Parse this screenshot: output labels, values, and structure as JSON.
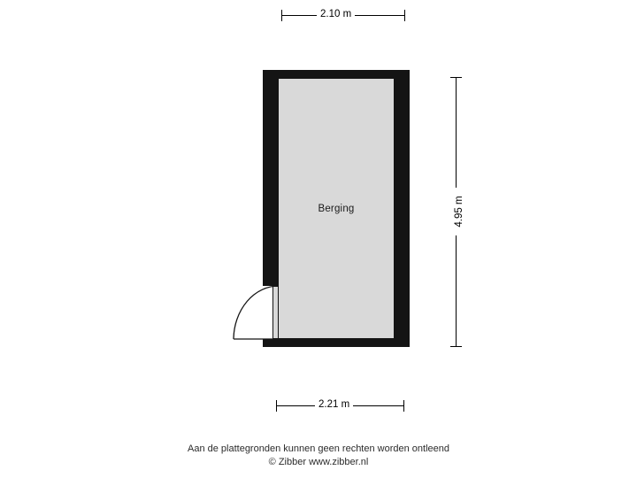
{
  "plan": {
    "room_label": "Berging",
    "dimensions": {
      "top": "2.10 m",
      "right": "4.95 m",
      "bottom": "2.21 m"
    },
    "colors": {
      "wall": "#141414",
      "floor": "#d9d9d9",
      "background": "#ffffff",
      "text": "#000000"
    }
  },
  "footer": {
    "disclaimer": "Aan de plattegronden kunnen geen rechten worden ontleend",
    "copyright": "© Zibber www.zibber.nl"
  }
}
